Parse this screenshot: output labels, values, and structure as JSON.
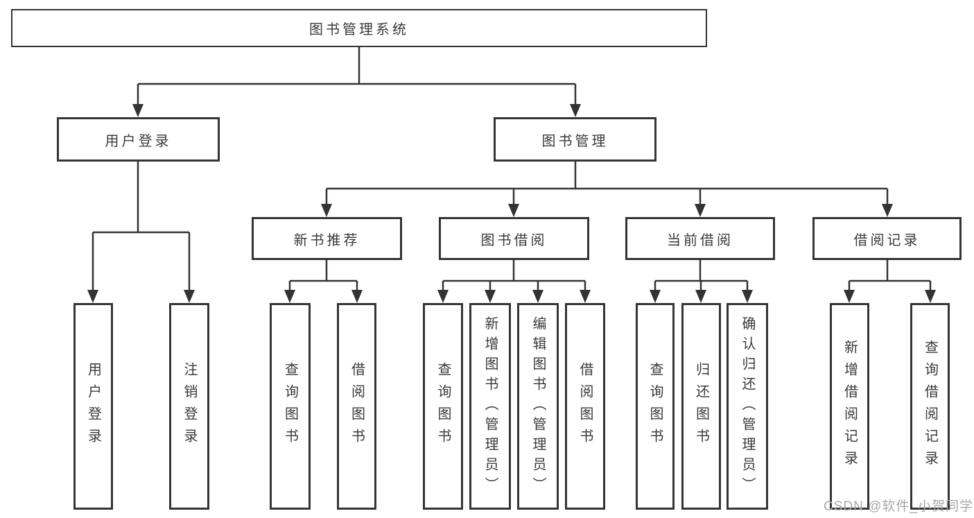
{
  "tree": {
    "root": {
      "label": "图书管理系统",
      "children": [
        {
          "label": "用户登录",
          "children": [
            {
              "label": "用户登录"
            },
            {
              "label": "注销登录"
            }
          ]
        },
        {
          "label": "图书管理",
          "children": [
            {
              "label": "新书推荐",
              "children": [
                {
                  "label": "查询图书"
                },
                {
                  "label": "借阅图书"
                }
              ]
            },
            {
              "label": "图书借阅",
              "children": [
                {
                  "label": "查询图书"
                },
                {
                  "label": "新增图书（管理员）"
                },
                {
                  "label": "编辑图书（管理员）"
                },
                {
                  "label": "借阅图书"
                }
              ]
            },
            {
              "label": "当前借阅",
              "children": [
                {
                  "label": "查询图书"
                },
                {
                  "label": "归还图书"
                },
                {
                  "label": "确认归还（管理员）"
                }
              ]
            },
            {
              "label": "借阅记录",
              "children": [
                {
                  "label": "新增借阅记录"
                },
                {
                  "label": "查询借阅记录"
                }
              ]
            }
          ]
        }
      ]
    }
  },
  "colors": {
    "line": "#333333",
    "border": "#343434",
    "text": "#3a3a3a",
    "watermark": "#a8a8a8"
  },
  "watermark": {
    "text": "CSDN @软件_小贺同学"
  }
}
